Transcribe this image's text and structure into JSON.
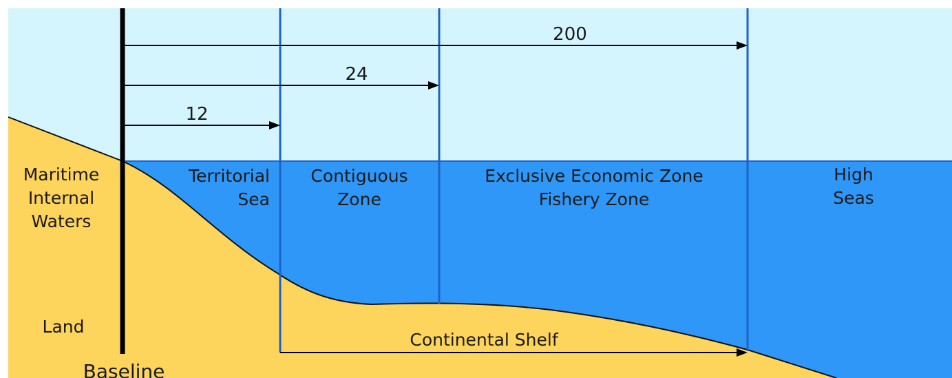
{
  "distances": {
    "d12": "12",
    "d24": "24",
    "d200": "200"
  },
  "zones": {
    "internal_waters": [
      "Maritime",
      "Internal",
      "Waters"
    ],
    "territorial_sea": [
      "Territorial",
      "Sea"
    ],
    "contiguous_zone": [
      "Contiguous",
      "Zone"
    ],
    "eez": [
      "Exclusive Economic Zone",
      "Fishery Zone"
    ],
    "high_seas": [
      "High",
      "Seas"
    ]
  },
  "land_label": "Land",
  "baseline_label": "Baseline",
  "shelf_label": "Continental Shelf",
  "colors": {
    "sky": "#d4f4fe",
    "sea": "#2e97f7",
    "land": "#fdd45c",
    "zone_line": "#1f63c8",
    "baseline": "#000000"
  }
}
